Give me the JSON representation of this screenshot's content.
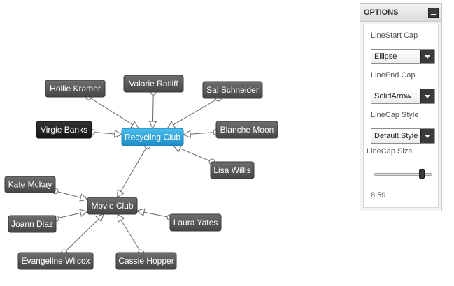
{
  "diagram": {
    "nodes": [
      {
        "id": "recycling",
        "label": "Recycling Club",
        "style": "hub"
      },
      {
        "id": "movie",
        "label": "Movie Club",
        "style": "normal"
      },
      {
        "id": "hollie",
        "label": "Hollie Kramer",
        "style": "normal"
      },
      {
        "id": "valarie",
        "label": "Valarie Ratliff",
        "style": "normal"
      },
      {
        "id": "sal",
        "label": "Sal Schneider",
        "style": "normal"
      },
      {
        "id": "virgie",
        "label": "Virgie Banks",
        "style": "selected"
      },
      {
        "id": "blanche",
        "label": "Blanche Moon",
        "style": "normal"
      },
      {
        "id": "lisa",
        "label": "Lisa Willis",
        "style": "normal"
      },
      {
        "id": "kate",
        "label": "Kate Mckay",
        "style": "normal"
      },
      {
        "id": "joann",
        "label": "Joann Diaz",
        "style": "normal"
      },
      {
        "id": "laura",
        "label": "Laura Yates",
        "style": "normal"
      },
      {
        "id": "evangeline",
        "label": "Evangeline Wilcox",
        "style": "normal"
      },
      {
        "id": "cassie",
        "label": "Cassie Hopper",
        "style": "normal"
      }
    ],
    "connections": [
      {
        "from": "hollie",
        "to": "recycling"
      },
      {
        "from": "valarie",
        "to": "recycling"
      },
      {
        "from": "sal",
        "to": "recycling"
      },
      {
        "from": "virgie",
        "to": "recycling"
      },
      {
        "from": "blanche",
        "to": "recycling"
      },
      {
        "from": "lisa",
        "to": "recycling"
      },
      {
        "from": "recycling",
        "to": "movie"
      },
      {
        "from": "kate",
        "to": "movie"
      },
      {
        "from": "joann",
        "to": "movie"
      },
      {
        "from": "laura",
        "to": "movie"
      },
      {
        "from": "evangeline",
        "to": "movie"
      },
      {
        "from": "cassie",
        "to": "movie"
      }
    ],
    "line_start_marker": "ellipse",
    "line_end_marker": "solid-arrow",
    "colors": {
      "node": "#555555",
      "hub": "#29a2d8",
      "selected": "#262626",
      "connector": "#666666"
    }
  },
  "options": {
    "title": "OPTIONS",
    "collapse_icon": "minimize-icon",
    "line_start_cap": {
      "label": "LineStart Cap",
      "value": "Ellipse"
    },
    "line_end_cap": {
      "label": "LineEnd Cap",
      "value": "SolidArrow"
    },
    "line_cap_style": {
      "label": "LineCap Style",
      "value": "Default Style"
    },
    "line_cap_size": {
      "label": "LineCap Size",
      "value": "8.59",
      "fraction": 0.86
    }
  }
}
